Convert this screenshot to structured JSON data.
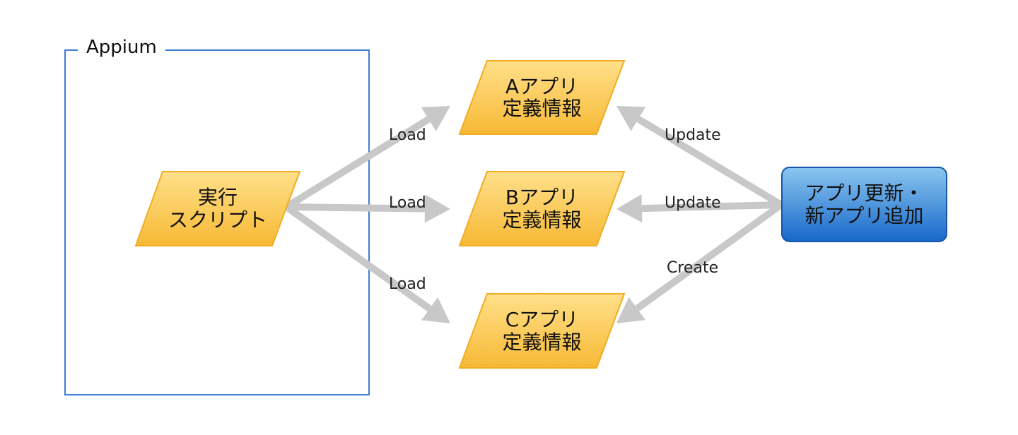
{
  "colors": {
    "group_border": "#3F7DD6",
    "yellow_fill_light": "#FFE08A",
    "yellow_fill_dark": "#F7B935",
    "yellow_border": "#F2AC22",
    "blue_fill_light": "#8CC6F0",
    "blue_fill_dark": "#1768C9",
    "blue_border": "#1656A8",
    "arrow": "#C8C8C8"
  },
  "group": {
    "title": "Appium"
  },
  "nodes": {
    "script": {
      "line1": "実行",
      "line2": "スクリプト"
    },
    "app_a": {
      "line1": "Aアプリ",
      "line2": "定義情報"
    },
    "app_b": {
      "line1": "Bアプリ",
      "line2": "定義情報"
    },
    "app_c": {
      "line1": "Cアプリ",
      "line2": "定義情報"
    },
    "updater": {
      "line1": "アプリ更新・",
      "line2": "新アプリ追加"
    }
  },
  "edges": {
    "load_a": "Load",
    "load_b": "Load",
    "load_c": "Load",
    "update_a": "Update",
    "update_b": "Update",
    "create_c": "Create"
  }
}
